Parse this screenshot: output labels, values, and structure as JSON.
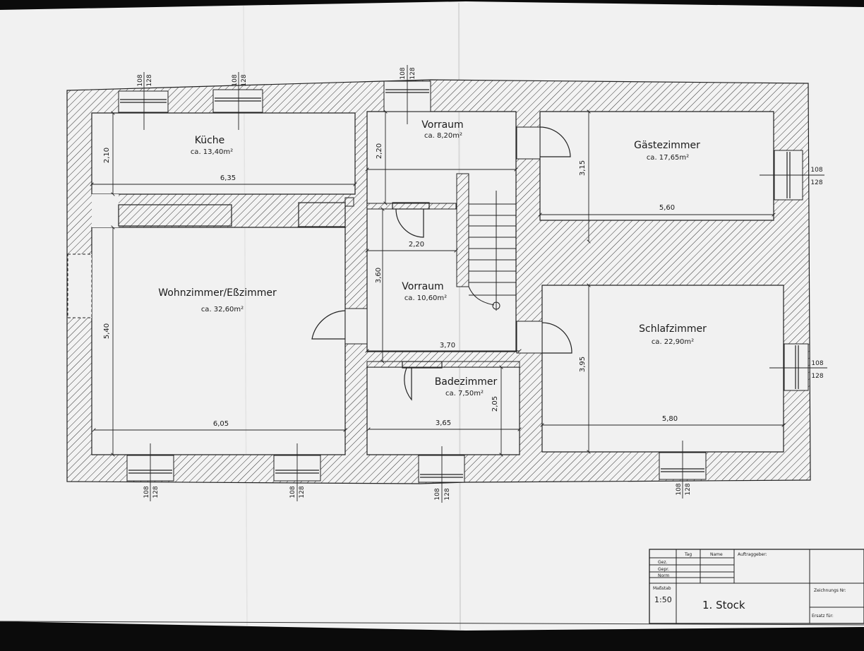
{
  "rooms": {
    "kueche": {
      "name": "Küche",
      "area": "ca. 13,40m²"
    },
    "wohnzimmer": {
      "name": "Wohnzimmer/Eßzimmer",
      "area": "ca. 32,60m²"
    },
    "vorraum_top": {
      "name": "Vorraum",
      "area": "ca. 8,20m²"
    },
    "vorraum_mid": {
      "name": "Vorraum",
      "area": "ca. 10,60m²"
    },
    "badezimmer": {
      "name": "Badezimmer",
      "area": "ca. 7,50m²"
    },
    "gaestezimmer": {
      "name": "Gästezimmer",
      "area": "ca. 17,65m²"
    },
    "schlafzimmer": {
      "name": "Schlafzimmer",
      "area": "ca. 22,90m²"
    }
  },
  "dimensions": {
    "kueche_w": "6,35",
    "kueche_h": "2,10",
    "wohn_w": "6,05",
    "wohn_h": "5,40",
    "vorraum_top_h": "2,20",
    "vorraum_mid_w": "2,20",
    "vorraum_mid_h": "3,60",
    "corridor_w": "3,70",
    "bad_w": "3,65",
    "bad_h": "2,05",
    "gaeste_w": "5,60",
    "gaeste_h": "3,15",
    "schlaf_w": "5,80",
    "schlaf_h": "3,95"
  },
  "windows": {
    "height_a": "108",
    "height_b": "128"
  },
  "title_block": {
    "tag": "Tag",
    "name": "Name",
    "auftraggeber": "Auftraggeber:",
    "gez": "Gez.",
    "gepr": "Gepr.",
    "norm": "Norm",
    "massstab_label": "Maßstab",
    "massstab_value": "1:50",
    "title": "1. Stock",
    "zeichnungs_nr": "Zeichnungs Nr:",
    "ersatz_fuer": "Ersatz für:"
  }
}
